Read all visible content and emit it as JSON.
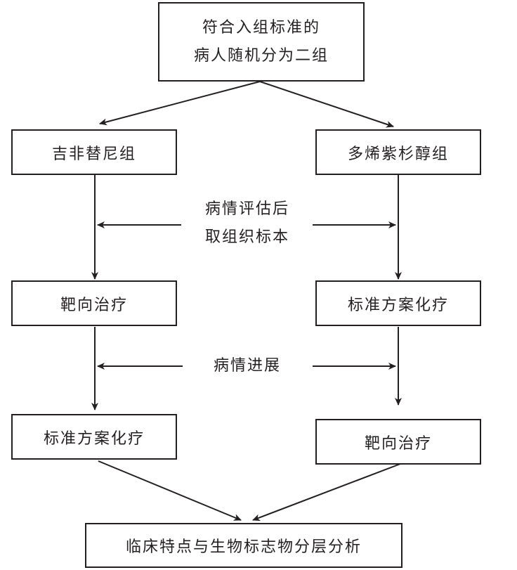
{
  "nodes": {
    "start_line1": "符合入组标准的",
    "start_line2": "病人随机分为二组",
    "left_group": "吉非替尼组",
    "right_group": "多烯紫杉醇组",
    "left_stage1": "靶向治疗",
    "right_stage1": "标准方案化疗",
    "left_stage2": "标准方案化疗",
    "right_stage2": "靶向治疗",
    "final": "临床特点与生物标志物分层分析"
  },
  "labels": {
    "assess_line1": "病情评估后",
    "assess_line2": "取组织标本",
    "progress": "病情进展"
  },
  "colors": {
    "stroke": "#231f20",
    "background": "#ffffff"
  }
}
